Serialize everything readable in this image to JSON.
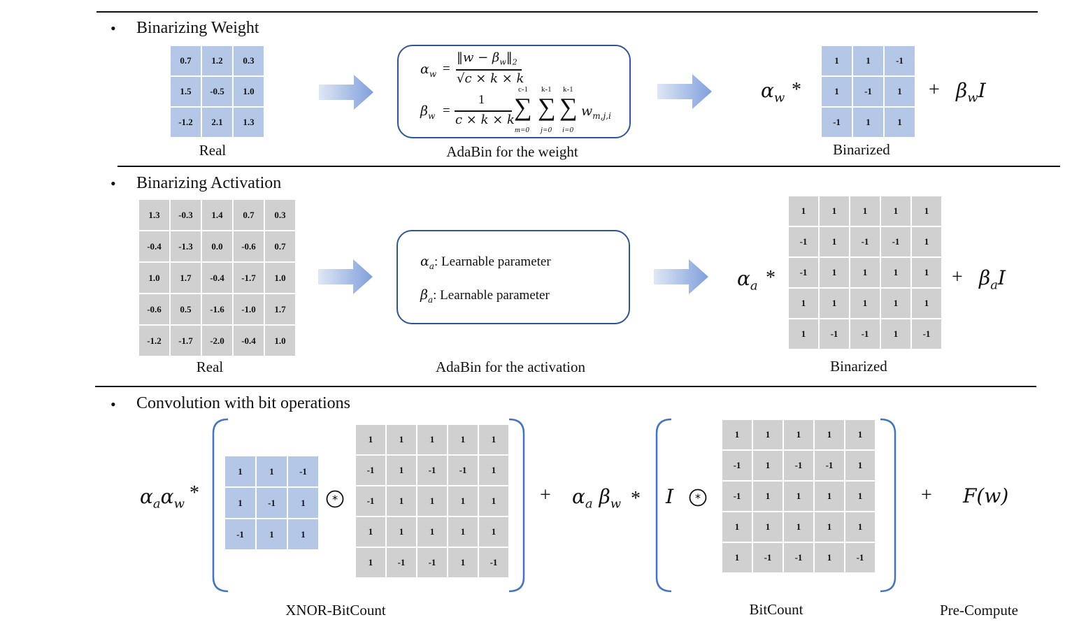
{
  "sections": {
    "weight": {
      "bullet": "•",
      "title": "Binarizing Weight"
    },
    "activation": {
      "bullet": "•",
      "title": "Binarizing Activation"
    },
    "convolution": {
      "bullet": "•",
      "title": "Convolution with bit operations"
    }
  },
  "captions": {
    "weight_real": "Real",
    "weight_adabin": "AdaBin for the weight",
    "weight_binarized": "Binarized",
    "act_real": "Real",
    "act_adabin": "AdaBin for the activation",
    "act_binarized": "Binarized",
    "xnor": "XNOR-BitCount",
    "bitcount": "BitCount",
    "precompute": "Pre-Compute"
  },
  "weight_real": [
    [
      "0.7",
      "1.2",
      "0.3"
    ],
    [
      "1.5",
      "-0.5",
      "1.0"
    ],
    [
      "-1.2",
      "2.1",
      "1.3"
    ]
  ],
  "weight_binarized": [
    [
      "1",
      "1",
      "-1"
    ],
    [
      "1",
      "-1",
      "1"
    ],
    [
      "-1",
      "1",
      "1"
    ]
  ],
  "act_real": [
    [
      "1.3",
      "-0.3",
      "1.4",
      "0.7",
      "0.3"
    ],
    [
      "-0.4",
      "-1.3",
      "0.0",
      "-0.6",
      "0.7"
    ],
    [
      "1.0",
      "1.7",
      "-0.4",
      "-1.7",
      "1.0"
    ],
    [
      "-0.6",
      "0.5",
      "-1.6",
      "-1.0",
      "1.7"
    ],
    [
      "-1.2",
      "-1.7",
      "-2.0",
      "-0.4",
      "1.0"
    ]
  ],
  "act_binarized": [
    [
      "1",
      "1",
      "1",
      "1",
      "1"
    ],
    [
      "-1",
      "1",
      "-1",
      "-1",
      "1"
    ],
    [
      "-1",
      "1",
      "1",
      "1",
      "1"
    ],
    [
      "1",
      "1",
      "1",
      "1",
      "1"
    ],
    [
      "1",
      "-1",
      "-1",
      "1",
      "-1"
    ]
  ],
  "formulas": {
    "alpha_w_lhs": "α",
    "alpha_w_sub": "w",
    "eq": "=",
    "alpha_w_num": "‖w − β",
    "alpha_w_num_sub": "w",
    "alpha_w_num_end": "‖",
    "alpha_w_num_norm": "2",
    "alpha_w_den": "√c × k × k",
    "beta_w_lhs": "β",
    "beta_w_sub": "w",
    "beta_w_num": "1",
    "beta_w_den": "c × k × k",
    "sum1_top": "c-1",
    "sum1_bot": "m=0",
    "sum2_top": "k-1",
    "sum2_bot": "j=0",
    "sum3_top": "k-1",
    "sum3_bot": "i=0",
    "sum_sym": "∑",
    "w_term": "w",
    "w_term_sub": "m,j,i",
    "alpha_a_label": "α",
    "alpha_a_sub": "a",
    "alpha_a_text": ":   Learnable parameter",
    "beta_a_label": "β",
    "beta_a_sub": "a",
    "beta_a_text": ":   Learnable parameter"
  },
  "expressions": {
    "alpha": "α",
    "beta": "β",
    "star": "*",
    "plus": "+",
    "w": "w",
    "a": "a",
    "I": "I",
    "conv": "⊛",
    "F_w": "F(w)"
  },
  "colors": {
    "blue_cell": "#b4c7e7",
    "gray_cell": "#d0d0d0",
    "box_border": "#2f5597",
    "paren": "#4472c4",
    "arrow": "#8faadc"
  }
}
